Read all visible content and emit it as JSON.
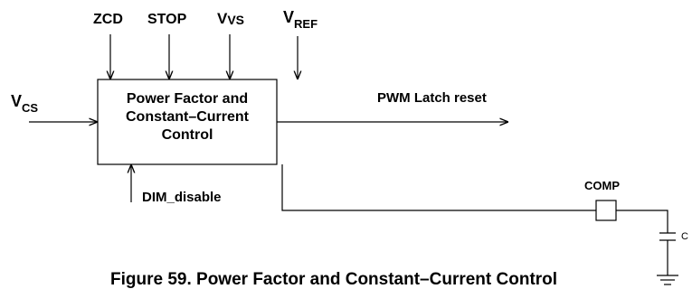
{
  "inputs": {
    "zcd": "ZCD",
    "stop": "STOP",
    "vvs_main": "V",
    "vvs_sub": "VS",
    "vref_main": "V",
    "vref_sub": "REF",
    "vcs_main": "V",
    "vcs_sub": "CS",
    "dim_disable": "DIM_disable"
  },
  "block": {
    "line1": "Power Factor and",
    "line2": "Constant–Current",
    "line3": "Control"
  },
  "outputs": {
    "pwm_latch_reset": "PWM Latch reset",
    "comp": "COMP",
    "capacitor": "C"
  },
  "caption": "Figure 59. Power Factor and Constant–Current Control"
}
